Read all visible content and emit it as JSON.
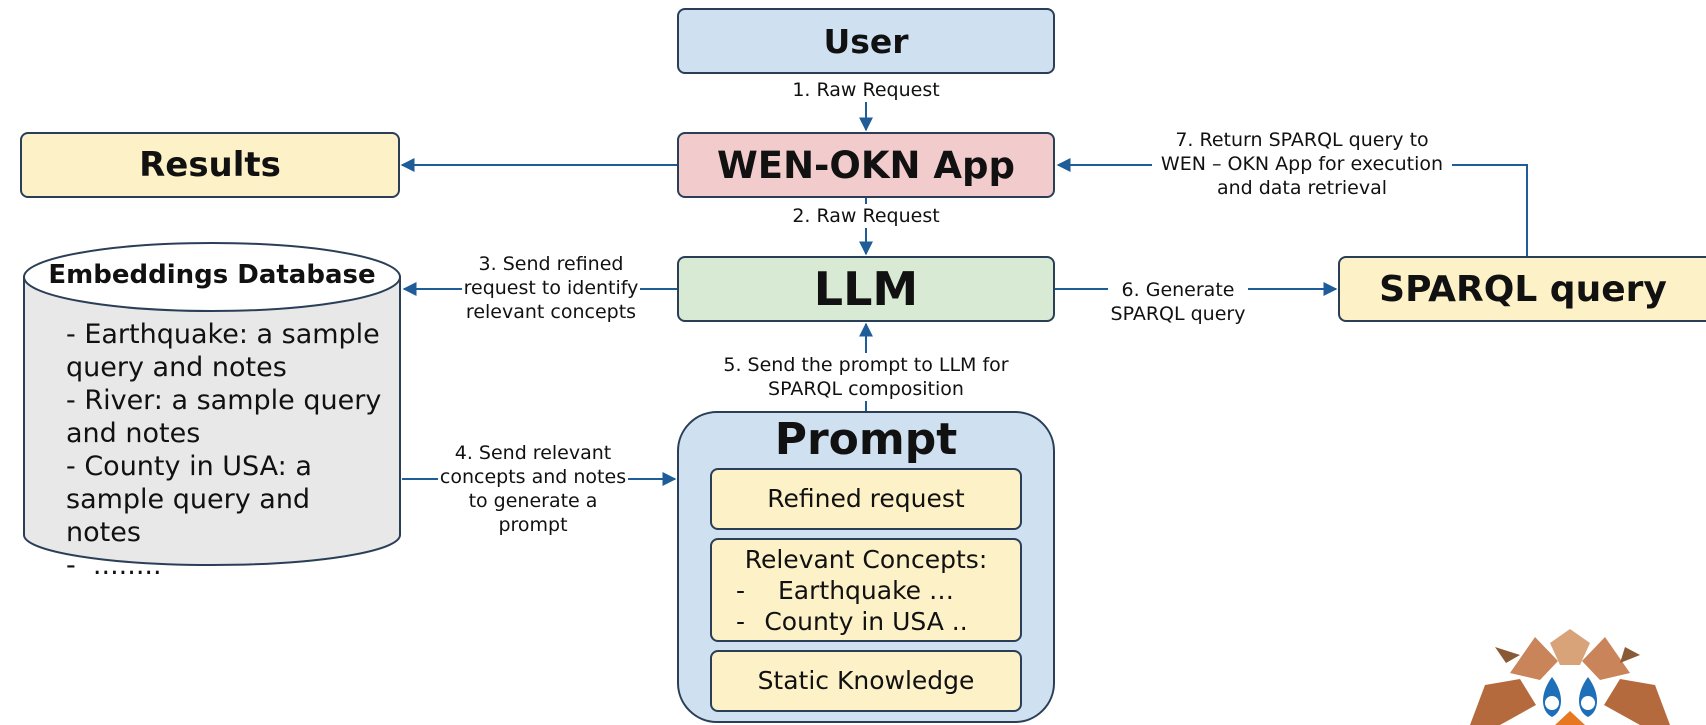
{
  "boxes": {
    "user": "User",
    "app": "WEN-OKN App",
    "results": "Results",
    "llm": "LLM",
    "sparql": "SPARQL query",
    "prompt": "Prompt"
  },
  "database": {
    "title": "Embeddings Database",
    "items": [
      "Earthquake: a sample query and notes",
      "River: a sample query and notes",
      "County in USA: a sample query and notes",
      "........"
    ]
  },
  "prompt_parts": {
    "refined": "Refined request",
    "concepts_title": "Relevant Concepts:",
    "concepts": [
      "Earthquake …",
      "County in USA .."
    ],
    "static": "Static Knowledge"
  },
  "steps": {
    "s1": "1. Raw Request",
    "s2": "2. Raw Request",
    "s3": "3. Send refined request to identify relevant concepts",
    "s4": "4. Send relevant concepts and notes to generate a prompt",
    "s5": "5. Send the prompt to LLM for SPARQL composition",
    "s6": "6. Generate SPARQL query",
    "s7": "7. Return SPARQL query to WEN – OKN App for execution and data retrieval"
  },
  "colors": {
    "arrow": "#1f5d99",
    "user_fill": "#cfe0f1",
    "app_fill": "#f2cccd",
    "results_fill": "#fdf1c8",
    "llm_fill": "#d9ead4",
    "sparql_fill": "#fdf1c8",
    "prompt_fill": "#cfe0f1",
    "db_fill": "#e8e8e8"
  }
}
